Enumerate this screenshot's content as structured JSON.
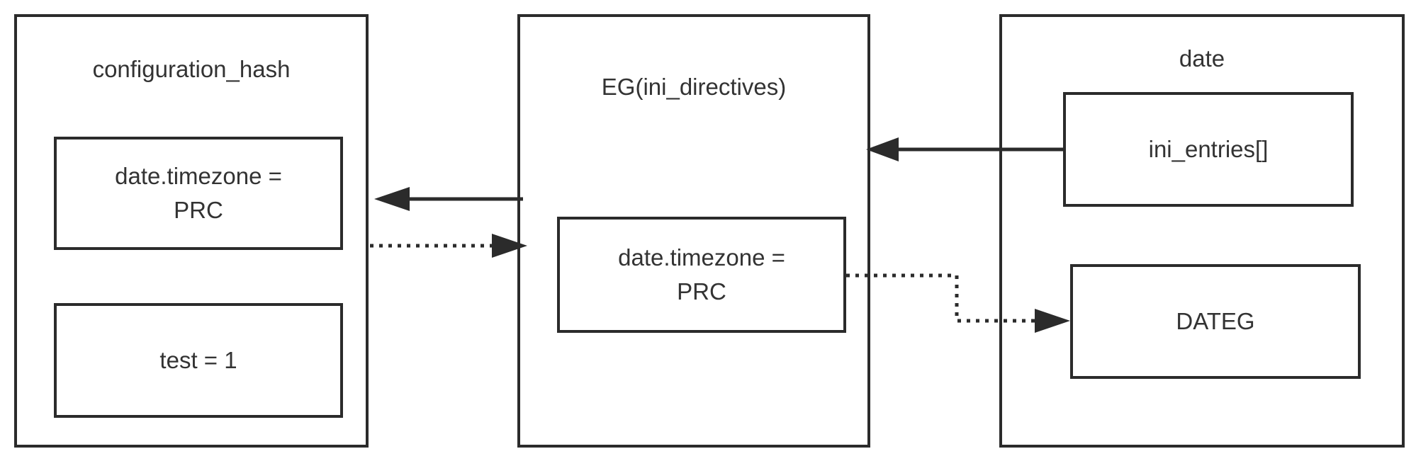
{
  "containers": {
    "config": {
      "title": "configuration_hash"
    },
    "eg": {
      "title": "EG(ini_directives)"
    },
    "date": {
      "title": "date"
    }
  },
  "boxes": {
    "config_timezone": {
      "line1": "date.timezone =",
      "line2": "PRC"
    },
    "config_test": {
      "line1": "test = 1"
    },
    "eg_timezone": {
      "line1": "date.timezone =",
      "line2": "PRC"
    },
    "date_ini_entries": {
      "line1": "ini_entries[]"
    },
    "date_dateg": {
      "line1": "DATEG"
    }
  },
  "colors": {
    "stroke": "#2b2b2b",
    "text": "#333333",
    "background": "#ffffff"
  }
}
